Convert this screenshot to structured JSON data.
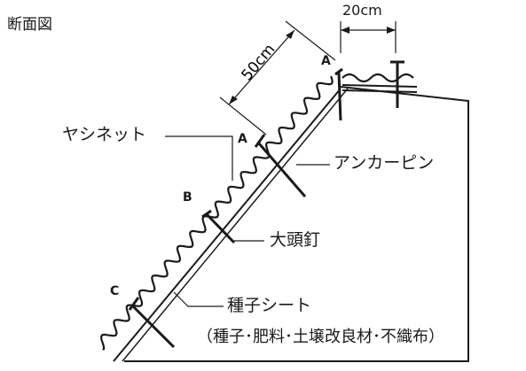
{
  "diagram": {
    "title": "断面図",
    "labels": {
      "yashi_net": "ヤシネット",
      "anchor_pin": "アンカーピン",
      "big_nail": "大頭釘",
      "seed_sheet": "種子シート",
      "seed_sheet_note": "（種子･肥料･土壌改良材･不織布）"
    },
    "points": {
      "a_top": "A",
      "a_mid": "A",
      "b": "B",
      "c": "C"
    },
    "dimensions": {
      "spacing_slope": "50cm",
      "spacing_top": "20cm"
    }
  }
}
